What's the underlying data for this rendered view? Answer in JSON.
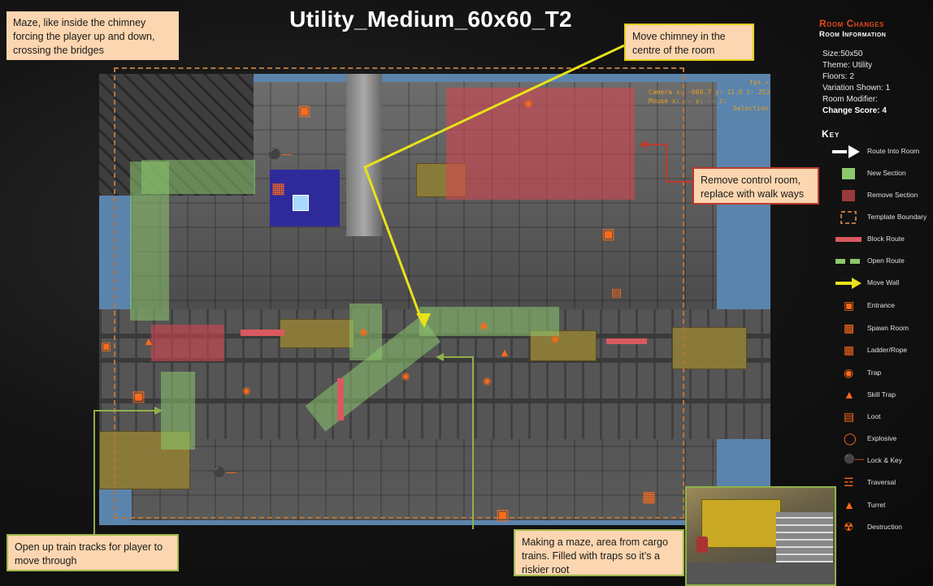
{
  "title": "Utility_Medium_60x60_T2",
  "panel": {
    "heading": "Room Changes",
    "subheading": "Room Information",
    "size": "Size:50x50",
    "theme": "Theme: Utility",
    "floors": "Floors: 2",
    "variation": "Variation Shown: 1",
    "modifier": "Room Modifier:",
    "change_score": "Change Score: 4"
  },
  "key": {
    "heading": "Key",
    "items": [
      {
        "label": "Route Into Room",
        "icon": "route-into-room-icon"
      },
      {
        "label": "New Section",
        "icon": "new-section-swatch"
      },
      {
        "label": "Remove  Section",
        "icon": "remove-section-swatch"
      },
      {
        "label": "Template Boundary",
        "icon": "template-boundary-icon"
      },
      {
        "label": "Block Route",
        "icon": "block-route-swatch"
      },
      {
        "label": "Open Route",
        "icon": "open-route-swatch"
      },
      {
        "label": "Move Wall",
        "icon": "move-wall-arrow-icon"
      },
      {
        "label": "Entrance",
        "icon": "entrance-icon"
      },
      {
        "label": "Spawn  Room",
        "icon": "spawn-room-icon"
      },
      {
        "label": "Ladder/Rope",
        "icon": "ladder-icon"
      },
      {
        "label": "Trap",
        "icon": "trap-icon"
      },
      {
        "label": "Skill Trap",
        "icon": "skill-trap-icon"
      },
      {
        "label": "Loot",
        "icon": "loot-icon"
      },
      {
        "label": "Explosive",
        "icon": "explosive-icon"
      },
      {
        "label": "Lock  & Key",
        "icon": "lock-key-icon"
      },
      {
        "label": "Traversal",
        "icon": "traversal-icon"
      },
      {
        "label": "Turret",
        "icon": "turret-icon"
      },
      {
        "label": "Destruction",
        "icon": "destruction-icon"
      }
    ]
  },
  "notes": {
    "maze_chimney": "Maze, like inside  the chimney forcing  the player up and down, crossing  the bridges",
    "move_chimney": "Move chimney in the centre of the room",
    "remove_control": "Remove control room, replace with walk ways",
    "open_tracks": "Open up train tracks for player to move through",
    "cargo_maze": "Making a maze, area from cargo trains. Filled with traps so it’s a riskier root"
  },
  "hud": {
    "fps": "fps =",
    "camera": "Camera x:  -660.7 y:   11.0 z:  253",
    "mouse": "Mouse x:      -- y:     -- z:",
    "selection": "Selection:"
  },
  "colors": {
    "accent_orange": "#e4481a",
    "new_section": "#8cc86e",
    "remove_section": "#d24650",
    "move_wall": "#e0d020",
    "boundary": "#b8743a"
  }
}
